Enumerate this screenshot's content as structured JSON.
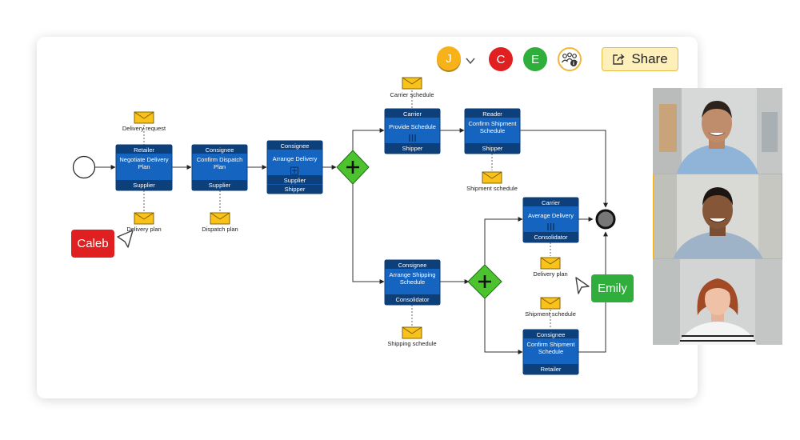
{
  "toolbar": {
    "avatars": [
      {
        "initial": "J",
        "color": "#f7b21a"
      },
      {
        "initial": "C",
        "color": "#e02020"
      },
      {
        "initial": "E",
        "color": "#2fae3c"
      }
    ],
    "share_label": "Share"
  },
  "start_event": {
    "id": "start"
  },
  "tasks": [
    {
      "id": "t1",
      "role": "Retailer",
      "name": "Negotiate Delivery Plan",
      "participants": [
        "Supplier"
      ]
    },
    {
      "id": "t2",
      "role": "Consignee",
      "name": "Confirm Dispatch Plan",
      "participants": [
        "Supplier"
      ]
    },
    {
      "id": "t3",
      "role": "Consignee",
      "name": "Arrange Delivery",
      "participants": [
        "Supplier",
        "Shipper"
      ],
      "subprocess": true
    },
    {
      "id": "t4",
      "role": "Carrier",
      "name": "Provide Schedule",
      "participants": [
        "Shipper"
      ],
      "multi": true
    },
    {
      "id": "t5",
      "role": "Reader",
      "name": "Confirm Shipment Schedule",
      "participants": [
        "Shipper"
      ]
    },
    {
      "id": "t6",
      "role": "Consignee",
      "name": "Arrange Shipping Schedule",
      "participants": [
        "Consolidator"
      ]
    },
    {
      "id": "t7",
      "role": "Carrier",
      "name": "Average Delivery",
      "participants": [
        "Consolidator"
      ],
      "multi": true
    },
    {
      "id": "t8",
      "role": "Consignee",
      "name": "Confirm Shipment Schedule",
      "participants": [
        "Retailer"
      ]
    }
  ],
  "messages": [
    {
      "id": "m1",
      "label": "Delivery request"
    },
    {
      "id": "m2",
      "label": "Delivery plan"
    },
    {
      "id": "m3",
      "label": "Dispatch plan"
    },
    {
      "id": "m4",
      "label": "Carrier schedule"
    },
    {
      "id": "m5",
      "label": "Shipment schedule"
    },
    {
      "id": "m6",
      "label": "Shipping schedule"
    },
    {
      "id": "m7",
      "label": "Delivery plan"
    },
    {
      "id": "m8",
      "label": "Shipment schedule"
    }
  ],
  "gateways": [
    {
      "id": "g1",
      "type": "parallel"
    },
    {
      "id": "g2",
      "type": "parallel"
    }
  ],
  "end_event": {
    "id": "end"
  },
  "cursors": [
    {
      "user": "Caleb",
      "color": "#e02020"
    },
    {
      "user": "Emily",
      "color": "#2fae3c"
    }
  ],
  "video_participants": [
    {
      "name": "participant-1",
      "active": false
    },
    {
      "name": "participant-2",
      "active": true
    },
    {
      "name": "participant-3",
      "active": false
    }
  ],
  "colors": {
    "task_fill": "#1565c0",
    "task_band": "#0d3f7a",
    "gateway": "#4cc22f",
    "envelope": "#f9c21a",
    "end_event": "#777777"
  }
}
